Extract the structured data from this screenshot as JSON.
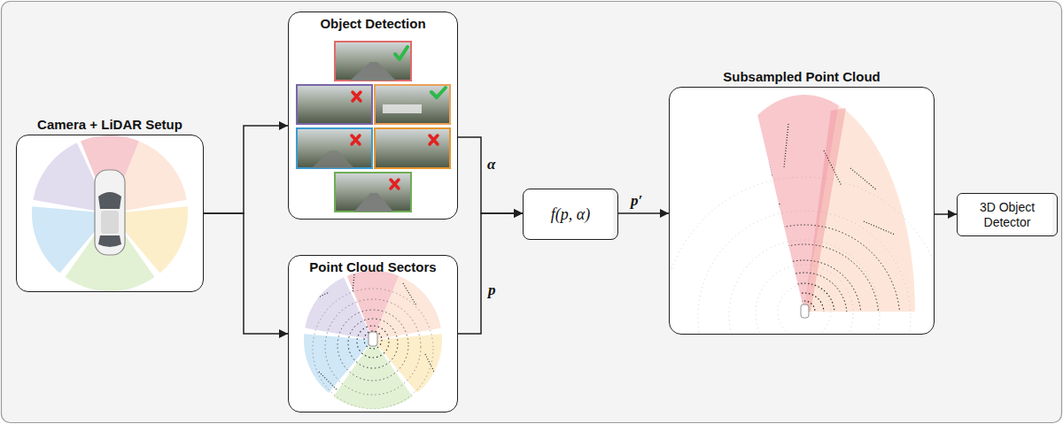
{
  "diagram": {
    "nodes": [
      {
        "text": [
          "Camera + LiDAR Setup"
        ]
      },
      {
        "text": [
          "Object Detection"
        ]
      },
      {
        "text": [
          "Point Cloud Sectors"
        ]
      },
      {
        "text": [
          "f(p, α)"
        ]
      },
      {
        "text": [
          "Subsampled Point Cloud"
        ]
      },
      {
        "text": [
          "3D Object Detector"
        ]
      }
    ],
    "edges": [
      {
        "from": 0,
        "to": 1,
        "arrow": "to"
      },
      {
        "from": 0,
        "to": 2,
        "arrow": "to"
      },
      {
        "from": 1,
        "to": 3,
        "label": "α",
        "arrow": "to"
      },
      {
        "from": 2,
        "to": 3,
        "label": "p",
        "arrow": "to"
      },
      {
        "from": 3,
        "to": 4,
        "label": "p′",
        "arrow": "to"
      },
      {
        "from": 4,
        "to": 5,
        "arrow": "to"
      }
    ]
  }
}
